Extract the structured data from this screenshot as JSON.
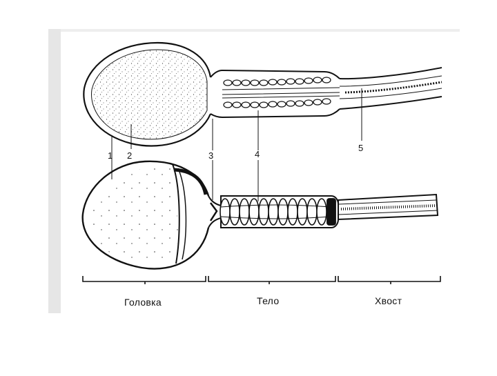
{
  "diagram": {
    "callouts": [
      {
        "number": "1"
      },
      {
        "number": "2"
      },
      {
        "number": "3"
      },
      {
        "number": "4"
      },
      {
        "number": "5"
      }
    ],
    "sections": [
      {
        "label": "Головка"
      },
      {
        "label": "Тело"
      },
      {
        "label": "Хвост"
      }
    ]
  }
}
